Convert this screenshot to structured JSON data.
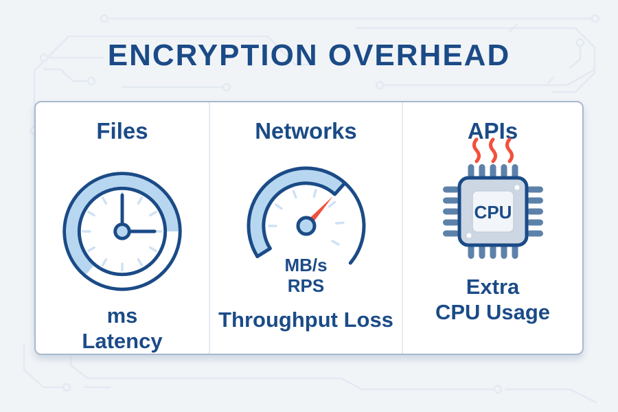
{
  "title": "ENCRYPTION OVERHEAD",
  "colors": {
    "navy": "#1b4b87",
    "light-blue": "#b7d7f0",
    "tick-blue": "#cde2f4",
    "red": "#f2503d",
    "steel-blue": "#5d82aa",
    "chip-body": "#ccd7e3",
    "chip-inner": "#f2f5f9",
    "bg": "#f1f4f7",
    "trace": "#e3e9f2",
    "card-border": "#a9b9cc",
    "divider": "#e4eaf1"
  },
  "columns": [
    {
      "heading": "Files",
      "icon": "clock-latency-icon",
      "caption_line1": "ms",
      "caption_line2": "Latency"
    },
    {
      "heading": "Networks",
      "icon": "gauge-throughput-icon",
      "unit_line1": "MB/s",
      "unit_line2": "RPS",
      "caption_line1": "Throughput Loss"
    },
    {
      "heading": "APIs",
      "icon": "cpu-chip-icon",
      "chip_label": "CPU",
      "caption_line1": "Extra",
      "caption_line2": "CPU Usage"
    }
  ]
}
